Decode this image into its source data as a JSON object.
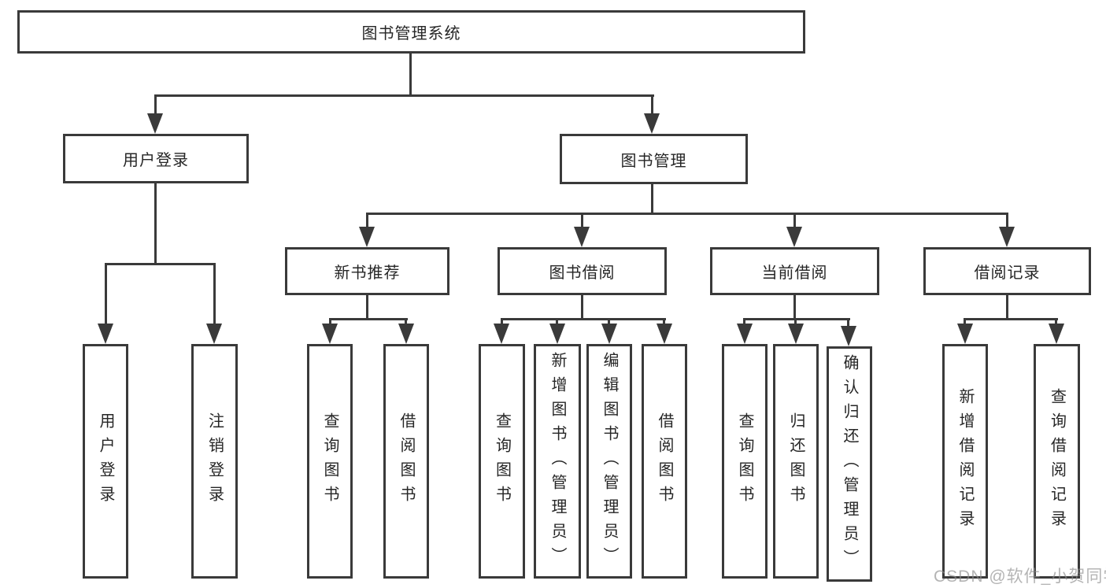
{
  "colors": {
    "line": "#3a3a3a",
    "text": "#262626",
    "background": "#ffffff",
    "watermark": "#8c8c8c"
  },
  "watermark": {
    "text": "CSDN @软件_小贺同学"
  },
  "tree": {
    "root": {
      "label": "图书管理系统"
    },
    "branches": [
      {
        "label": "用户登录",
        "children": [
          {
            "label": "用户登录"
          },
          {
            "label": "注销登录"
          }
        ]
      },
      {
        "label": "图书管理",
        "children": [
          {
            "label": "新书推荐",
            "children": [
              {
                "label": "查询图书"
              },
              {
                "label": "借阅图书"
              }
            ]
          },
          {
            "label": "图书借阅",
            "children": [
              {
                "label": "查询图书"
              },
              {
                "label": "新增图书（管理员）"
              },
              {
                "label": "编辑图书（管理员）"
              },
              {
                "label": "借阅图书"
              }
            ]
          },
          {
            "label": "当前借阅",
            "children": [
              {
                "label": "查询图书"
              },
              {
                "label": "归还图书"
              },
              {
                "label": "确认归还（管理员）"
              }
            ]
          },
          {
            "label": "借阅记录",
            "children": [
              {
                "label": "新增借阅记录"
              },
              {
                "label": "查询借阅记录"
              }
            ]
          }
        ]
      }
    ]
  }
}
